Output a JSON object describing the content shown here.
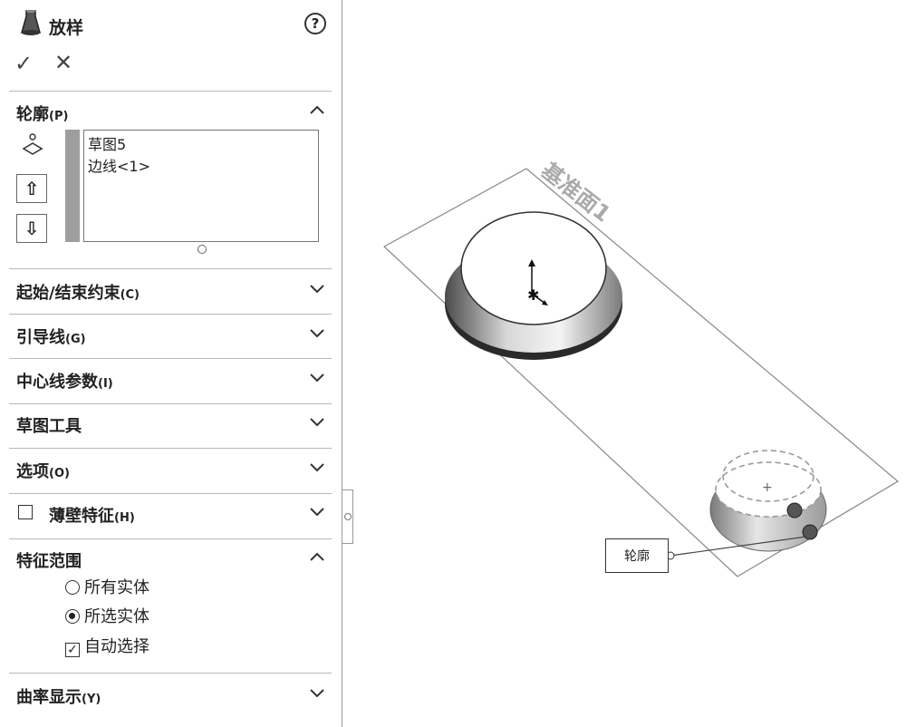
{
  "header": {
    "title": "放样",
    "help_glyph": "?",
    "ok_glyph": "✓",
    "cancel_glyph": "✕"
  },
  "profile_section": {
    "label": "轮廓",
    "shortcut": "(P)",
    "items": [
      "草图5",
      "边线<1>"
    ],
    "up_glyph": "⇧",
    "down_glyph": "⇩"
  },
  "sections": [
    {
      "label": "起始/结束约束",
      "shortcut": "(C)"
    },
    {
      "label": "引导线",
      "shortcut": "(G)"
    },
    {
      "label": "中心线参数",
      "shortcut": "(I)"
    },
    {
      "label": "草图工具",
      "shortcut": ""
    },
    {
      "label": "选项",
      "shortcut": "(O)"
    }
  ],
  "thin_feature": {
    "label": "薄壁特征",
    "shortcut": "(H)",
    "checked": false
  },
  "feature_scope": {
    "label": "特征范围",
    "options": [
      {
        "label": "所有实体",
        "selected": false
      },
      {
        "label": "所选实体",
        "selected": true
      }
    ],
    "auto_select": {
      "label": "自动选择",
      "checked": true,
      "glyph": "✓"
    }
  },
  "curvature": {
    "label": "曲率显示",
    "shortcut": "(Y)"
  },
  "viewport": {
    "plane_label": "基准面1",
    "callout_label": "轮廓"
  }
}
